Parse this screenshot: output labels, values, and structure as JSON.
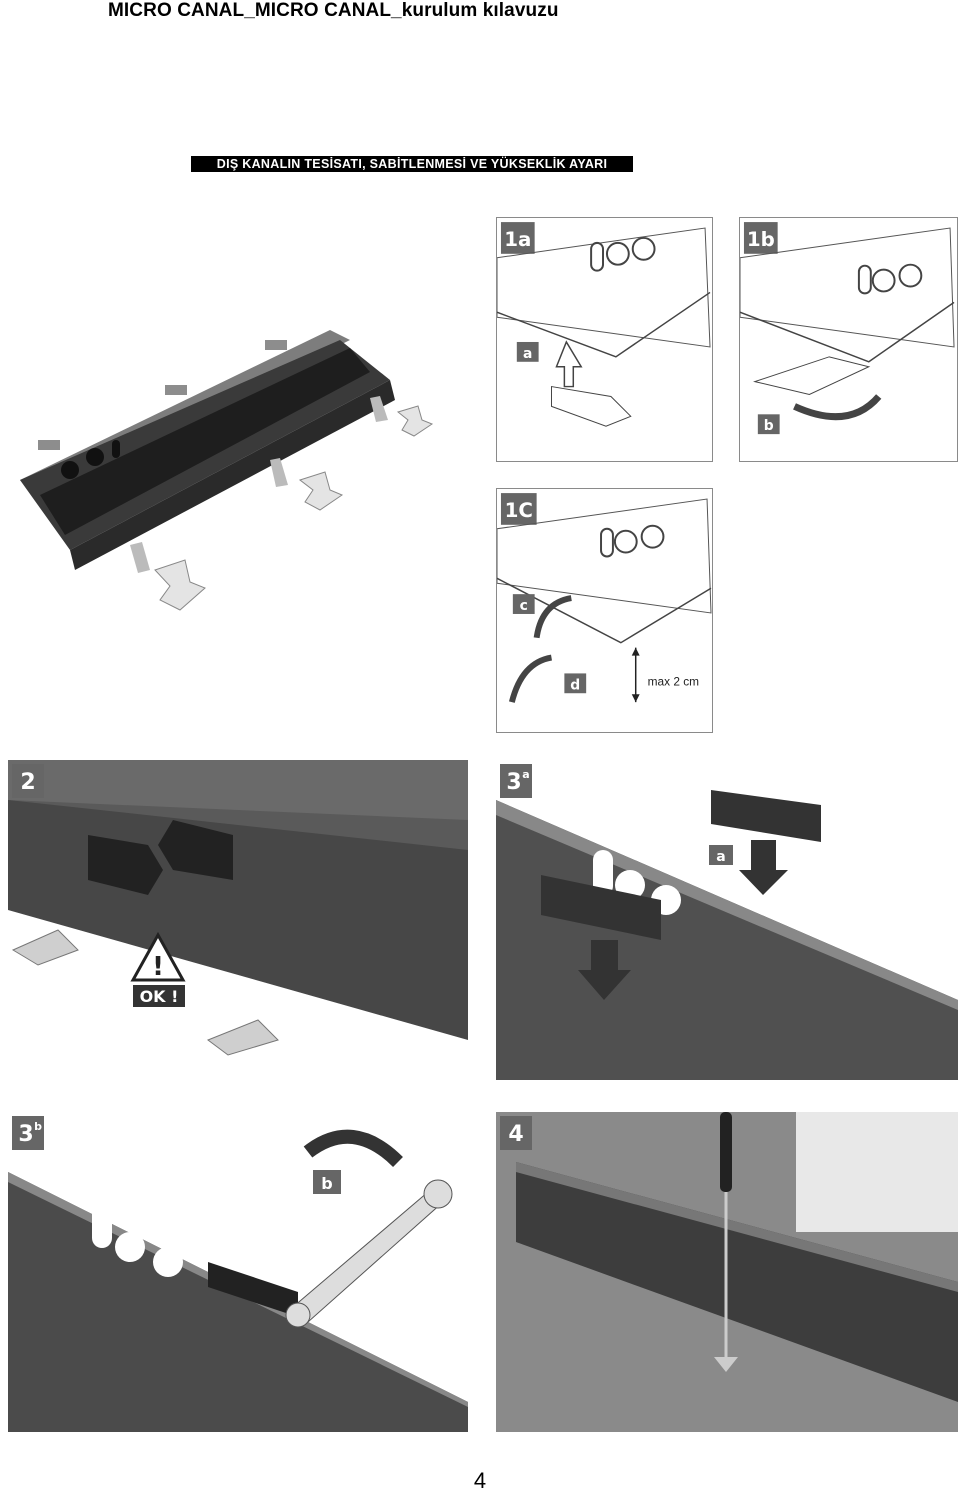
{
  "document": {
    "title": "MICRO CANAL_MICRO CANAL_kurulum kılavuzu",
    "section_heading": "DIŞ KANALIN TESİSATI, SABİTLENMESİ VE YÜKSEKLİK AYARI",
    "page_number": "4"
  },
  "steps": [
    {
      "id": "1a",
      "label": "1a",
      "callouts": [
        "a"
      ]
    },
    {
      "id": "1b",
      "label": "1b",
      "callouts": [
        "b"
      ]
    },
    {
      "id": "1c",
      "label": "1C",
      "callouts": [
        "c",
        "d"
      ],
      "dimension_note": "max 2 cm"
    },
    {
      "id": "2",
      "label": "2",
      "warning_text": "OK !"
    },
    {
      "id": "3a",
      "label": "3",
      "label_sup": "a",
      "callouts": [
        "a"
      ]
    },
    {
      "id": "3b",
      "label": "3",
      "label_sup": "b",
      "callouts": [
        "b"
      ]
    },
    {
      "id": "4",
      "label": "4"
    }
  ]
}
